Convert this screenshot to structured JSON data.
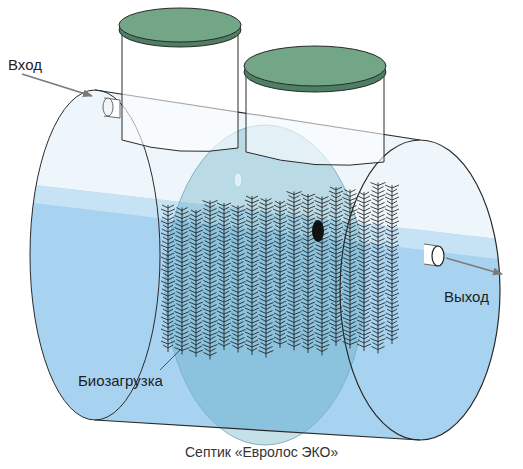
{
  "diagram": {
    "caption": "Септик «Евролос ЭКО»",
    "labels": [
      "Вход",
      "Биозагрузка",
      "Выход"
    ]
  }
}
